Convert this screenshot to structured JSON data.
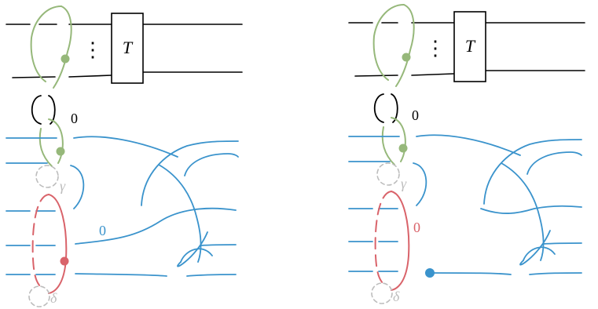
{
  "diagrams": [
    {
      "box_label": "T",
      "dots": "⋮",
      "black_framing": "0",
      "blue_framing": "0",
      "gamma_label": "γ",
      "delta_label": "δ",
      "colors": {
        "stroke": "#000000",
        "green": "#96b87a",
        "blue": "#3a93cc",
        "red": "#d9636a",
        "gray": "#bdbdbd"
      }
    },
    {
      "box_label": "T",
      "dots": "⋮",
      "black_framing": "0",
      "red_framing": "0",
      "gamma_label": "γ",
      "delta_label": "δ",
      "colors": {
        "stroke": "#000000",
        "green": "#96b87a",
        "blue": "#3a93cc",
        "red": "#d9636a",
        "gray": "#bdbdbd"
      }
    }
  ]
}
